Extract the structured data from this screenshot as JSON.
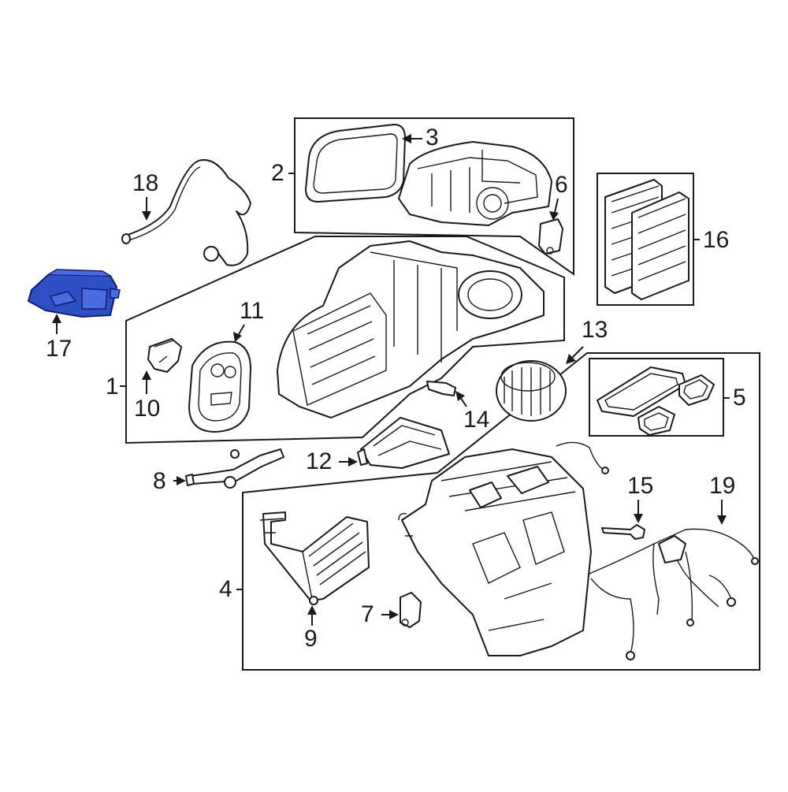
{
  "diagram": {
    "highlight_color": "#2f4fc4",
    "callouts": [
      {
        "id": "1",
        "text": "1"
      },
      {
        "id": "2",
        "text": "2"
      },
      {
        "id": "3",
        "text": "3"
      },
      {
        "id": "4",
        "text": "4"
      },
      {
        "id": "5",
        "text": "5"
      },
      {
        "id": "6",
        "text": "6"
      },
      {
        "id": "7",
        "text": "7"
      },
      {
        "id": "8",
        "text": "8"
      },
      {
        "id": "9",
        "text": "9"
      },
      {
        "id": "10",
        "text": "10"
      },
      {
        "id": "11",
        "text": "11"
      },
      {
        "id": "12",
        "text": "12"
      },
      {
        "id": "13",
        "text": "13"
      },
      {
        "id": "14",
        "text": "14"
      },
      {
        "id": "15",
        "text": "15"
      },
      {
        "id": "16",
        "text": "16"
      },
      {
        "id": "17",
        "text": "17"
      },
      {
        "id": "18",
        "text": "18"
      },
      {
        "id": "19",
        "text": "19"
      }
    ]
  }
}
